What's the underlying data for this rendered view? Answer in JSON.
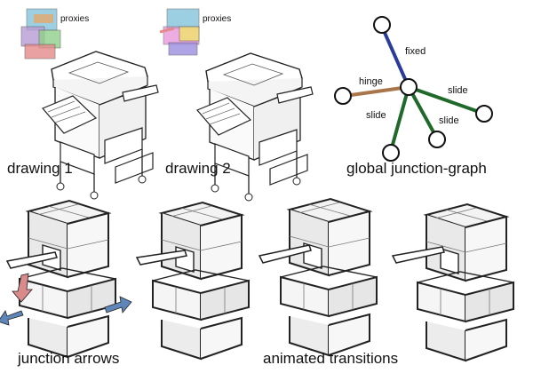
{
  "top_panels": {
    "drawing1": {
      "caption": "drawing 1",
      "proxies_label": "proxies"
    },
    "drawing2": {
      "caption": "drawing 2",
      "proxies_label": "proxies"
    },
    "graph": {
      "caption": "global junction-graph",
      "edges": [
        {
          "label": "fixed",
          "color": "#2a3b9c"
        },
        {
          "label": "hinge",
          "color": "#a8764a"
        },
        {
          "label": "slide",
          "color": "#1f6a2a"
        },
        {
          "label": "slide",
          "color": "#1f6a2a"
        },
        {
          "label": "slide",
          "color": "#1f6a2a"
        }
      ]
    }
  },
  "bottom_panels": {
    "left_caption": "junction arrows",
    "right_caption": "animated transitions"
  },
  "colors": {
    "ink": "#222222",
    "shadow": "#dcdcdc",
    "arrow_red": "#d98a8a",
    "arrow_blue": "#5f86b8"
  }
}
